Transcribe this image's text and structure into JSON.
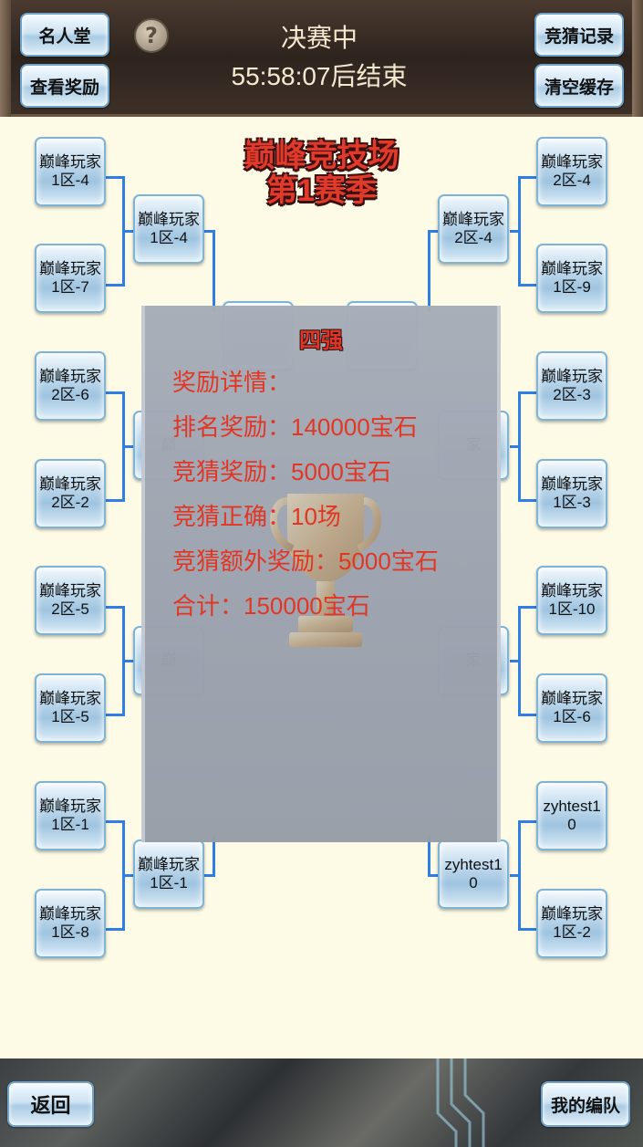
{
  "header": {
    "hall_of_fame": "名人堂",
    "view_rewards": "查看奖励",
    "help_icon": "?",
    "status": "决赛中",
    "countdown": "55:58:07后结束",
    "guess_record": "竞猜记录",
    "clear_cache": "清空缓存"
  },
  "title": {
    "line1": "巅峰竞技场",
    "line2": "第1赛季"
  },
  "bracket": {
    "left_r1": [
      "巅峰玩家1区-4",
      "巅峰玩家1区-7",
      "巅峰玩家2区-6",
      "巅峰玩家2区-2",
      "巅峰玩家2区-5",
      "巅峰玩家1区-5",
      "巅峰玩家1区-1",
      "巅峰玩家1区-8"
    ],
    "left_r2": [
      "巅峰玩家1区-4",
      "巅峰玩家1区-1"
    ],
    "left_r2_partial": [
      "巅",
      "巅"
    ],
    "right_r1": [
      "巅峰玩家2区-4",
      "巅峰玩家1区-9",
      "巅峰玩家2区-3",
      "巅峰玩家1区-3",
      "巅峰玩家1区-10",
      "巅峰玩家1区-6",
      "zyhtest10",
      "巅峰玩家1区-2"
    ],
    "right_r2": [
      "巅峰玩家2区-4",
      "zyhtest10"
    ],
    "right_r2_partial": [
      "家",
      "家"
    ]
  },
  "modal": {
    "title": "四强",
    "lines": [
      "奖励详情：",
      "排名奖励：140000宝石",
      "竞猜奖励：5000宝石",
      "竞猜正确：10场",
      "竞猜额外奖励：5000宝石",
      "合计：150000宝石"
    ]
  },
  "footer": {
    "back": "返回",
    "my_team": "我的编队"
  },
  "colors": {
    "accent_text": "#e2301f",
    "bracket_line": "#2f7ee3"
  }
}
